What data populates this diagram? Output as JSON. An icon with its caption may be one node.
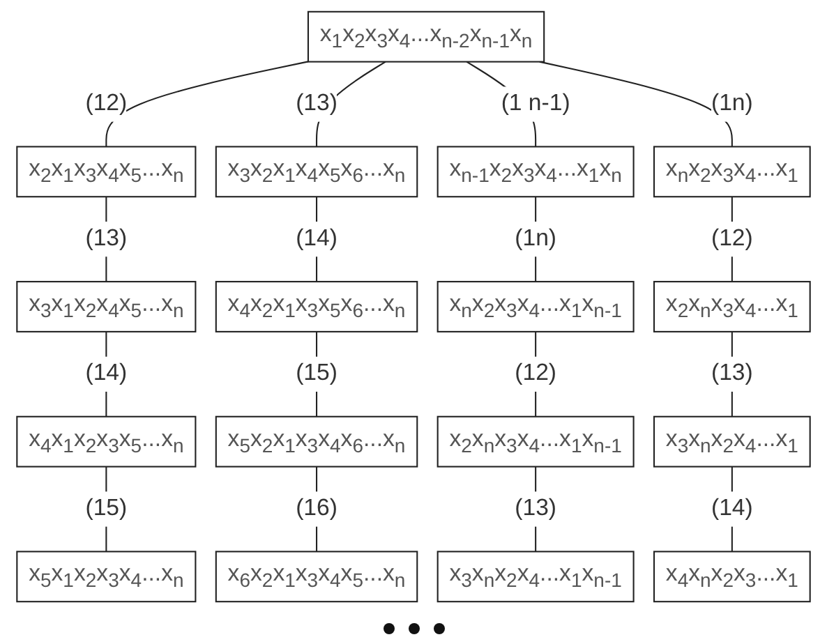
{
  "diagram": {
    "nodes": [
      {
        "text": [
          "x$_{1}$x$_{2}$x$_{3}$x$_{4}$...x$_{n-2}$x$_{n-1}$x$_{n}$"
        ]
      },
      {
        "text": [
          "x$_{2}$x$_{1}$x$_{3}$x$_{4}$x$_{5}$...x$_{n}$"
        ]
      },
      {
        "text": [
          "x$_{3}$x$_{2}$x$_{1}$x$_{4}$x$_{5}$x$_{6}$...x$_{n}$"
        ]
      },
      {
        "text": [
          "x$_{n-1}$x$_{2}$x$_{3}$x$_{4}$...x$_{1}$x$_{n}$"
        ]
      },
      {
        "text": [
          "x$_{n}$x$_{2}$x$_{3}$x$_{4}$...x$_{1}$"
        ]
      },
      {
        "text": [
          "x$_{3}$x$_{1}$x$_{2}$x$_{4}$x$_{5}$...x$_{n}$"
        ]
      },
      {
        "text": [
          "x$_{4}$x$_{2}$x$_{1}$x$_{3}$x$_{5}$x$_{6}$...x$_{n}$"
        ]
      },
      {
        "text": [
          "x$_{n}$x$_{2}$x$_{3}$x$_{4}$...x$_{1}$x$_{n-1}$"
        ]
      },
      {
        "text": [
          "x$_{2}$x$_{n}$x$_{3}$x$_{4}$...x$_{1}$"
        ]
      },
      {
        "text": [
          "x$_{4}$x$_{1}$x$_{2}$x$_{3}$x$_{5}$...x$_{n}$"
        ]
      },
      {
        "text": [
          "x$_{5}$x$_{2}$x$_{1}$x$_{3}$x$_{4}$x$_{6}$...x$_{n}$"
        ]
      },
      {
        "text": [
          "x$_{2}$x$_{n}$x$_{3}$x$_{4}$...x$_{1}$x$_{n-1}$"
        ]
      },
      {
        "text": [
          "x$_{3}$x$_{n}$x$_{2}$x$_{4}$...x$_{1}$"
        ]
      },
      {
        "text": [
          "x$_{5}$x$_{1}$x$_{2}$x$_{3}$x$_{4}$...x$_{n}$"
        ]
      },
      {
        "text": [
          "x$_{6}$x$_{2}$x$_{1}$x$_{3}$x$_{4}$x$_{5}$...x$_{n}$"
        ]
      },
      {
        "text": [
          "x$_{3}$x$_{n}$x$_{2}$x$_{4}$...x$_{1}$x$_{n-1}$"
        ]
      },
      {
        "text": [
          "x$_{4}$x$_{n}$x$_{2}$x$_{3}$...x$_{1}$"
        ]
      }
    ],
    "edges": [
      {
        "from": 0,
        "to": 1,
        "arrow": "none",
        "label": "(12)"
      },
      {
        "from": 0,
        "to": 2,
        "arrow": "none",
        "label": "(13)"
      },
      {
        "from": 0,
        "to": 3,
        "arrow": "none",
        "label": "(1 n-1)"
      },
      {
        "from": 0,
        "to": 4,
        "arrow": "none",
        "label": "(1n)"
      },
      {
        "from": 1,
        "to": 5,
        "arrow": "none",
        "label": "(13)"
      },
      {
        "from": 2,
        "to": 6,
        "arrow": "none",
        "label": "(14)"
      },
      {
        "from": 3,
        "to": 7,
        "arrow": "none",
        "label": "(1n)"
      },
      {
        "from": 4,
        "to": 8,
        "arrow": "none",
        "label": "(12)"
      },
      {
        "from": 5,
        "to": 9,
        "arrow": "none",
        "label": "(14)"
      },
      {
        "from": 6,
        "to": 10,
        "arrow": "none",
        "label": "(15)"
      },
      {
        "from": 7,
        "to": 11,
        "arrow": "none",
        "label": "(12)"
      },
      {
        "from": 8,
        "to": 12,
        "arrow": "none",
        "label": "(13)"
      },
      {
        "from": 9,
        "to": 13,
        "arrow": "none",
        "label": "(15)"
      },
      {
        "from": 10,
        "to": 14,
        "arrow": "none",
        "label": "(16)"
      },
      {
        "from": 11,
        "to": 15,
        "arrow": "none",
        "label": "(13)"
      },
      {
        "from": 12,
        "to": 16,
        "arrow": "none",
        "label": "(14)"
      }
    ]
  }
}
